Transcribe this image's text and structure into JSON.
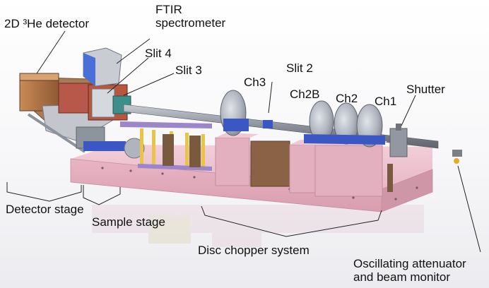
{
  "labels": {
    "detector": "2D ³He detector",
    "ftir": "FTIR\nspectrometer",
    "slit4": "Slit 4",
    "slit3": "Slit 3",
    "ch3": "Ch3",
    "slit2": "Slit 2",
    "ch2b": "Ch2B",
    "ch2": "Ch2",
    "ch1": "Ch1",
    "shutter": "Shutter",
    "detector_stage": "Detector stage",
    "sample_stage": "Sample stage",
    "disc_chopper": "Disc chopper system",
    "oscillating": "Oscillating attenuator\nand beam monitor"
  },
  "colors": {
    "base": "#e8b8c6",
    "pedestal": "#e3b0c0",
    "disc": "#b8bcc6",
    "mount": "#3b57c4",
    "frame": "#b99a7e",
    "pipe": "#8a8f99",
    "yellow": "#e8c547",
    "purple": "#9a86c9"
  }
}
